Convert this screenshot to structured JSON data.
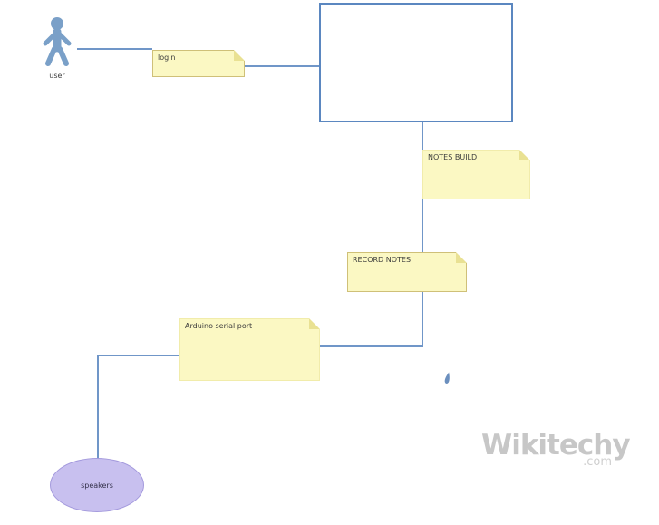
{
  "diagram": {
    "actor": {
      "label": "user"
    },
    "notes": {
      "login": {
        "label": "login"
      },
      "notes_build": {
        "label": "NOTES BUILD"
      },
      "record_notes": {
        "label": "RECORD NOTES"
      },
      "arduino": {
        "label": "Arduino serial port"
      }
    },
    "terminal": {
      "label": "speakers"
    },
    "colors": {
      "connector": "#7096c8",
      "box_border": "#5b87c0",
      "note_fill": "#fbf8c3",
      "note_border": "#cfc078",
      "note_fold": "#e9e193",
      "ellipse_fill": "#c8c0ef",
      "ellipse_border": "#a49add",
      "actor": "#7aa0c8",
      "watermark": "#c7c7c7",
      "text": "#3c3c3c"
    }
  },
  "watermark": {
    "brand": "Wikitechy",
    "suffix": ".com"
  }
}
